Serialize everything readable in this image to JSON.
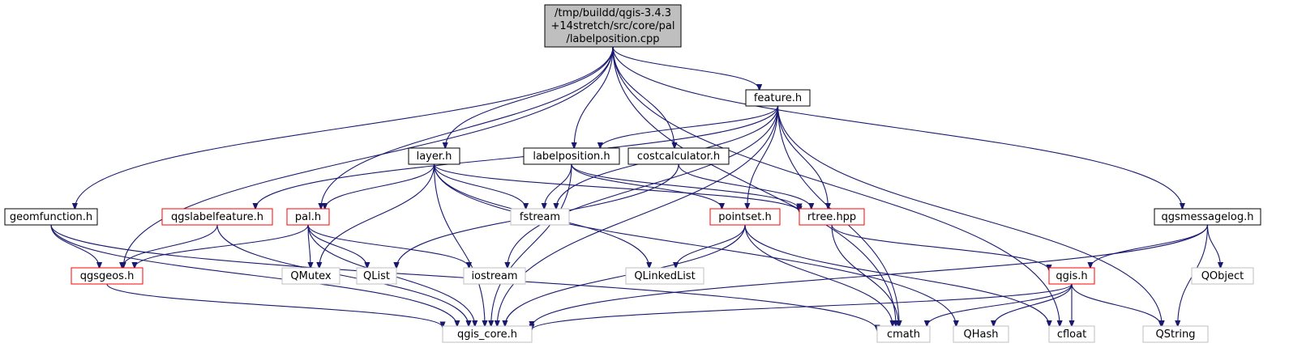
{
  "colors": {
    "edge": "#191970",
    "root_fill": "#bfbfbf",
    "root_border": "#000000",
    "normal_border": "#000000",
    "incomplete_border": "#ff0000",
    "external_border": "#bfbfbf",
    "external_text": "#000000"
  },
  "nodes": [
    {
      "id": "root",
      "lines": [
        "/tmp/buildd/qgis-3.4.3",
        "+14stretch/src/core/pal",
        "/labelposition.cpp"
      ],
      "kind": "root"
    },
    {
      "id": "feature",
      "lines": [
        "feature.h"
      ],
      "kind": "normal"
    },
    {
      "id": "layer",
      "lines": [
        "layer.h"
      ],
      "kind": "normal"
    },
    {
      "id": "labelposition",
      "lines": [
        "labelposition.h"
      ],
      "kind": "normal"
    },
    {
      "id": "costcalculator",
      "lines": [
        "costcalculator.h"
      ],
      "kind": "normal"
    },
    {
      "id": "geomfunction",
      "lines": [
        "geomfunction.h"
      ],
      "kind": "normal"
    },
    {
      "id": "qgsmessagelog",
      "lines": [
        "qgsmessagelog.h"
      ],
      "kind": "normal"
    },
    {
      "id": "qgslabelfeature",
      "lines": [
        "qgslabelfeature.h"
      ],
      "kind": "incomplete"
    },
    {
      "id": "pal",
      "lines": [
        "pal.h"
      ],
      "kind": "incomplete"
    },
    {
      "id": "pointset",
      "lines": [
        "pointset.h"
      ],
      "kind": "incomplete"
    },
    {
      "id": "rtree",
      "lines": [
        "rtree.hpp"
      ],
      "kind": "incomplete"
    },
    {
      "id": "qgsgeos",
      "lines": [
        "qgsgeos.h"
      ],
      "kind": "incomplete"
    },
    {
      "id": "qgis",
      "lines": [
        "qgis.h"
      ],
      "kind": "incomplete"
    },
    {
      "id": "fstream",
      "lines": [
        "fstream"
      ],
      "kind": "external"
    },
    {
      "id": "qmutex",
      "lines": [
        "QMutex"
      ],
      "kind": "external"
    },
    {
      "id": "qlist",
      "lines": [
        "QList"
      ],
      "kind": "external"
    },
    {
      "id": "iostream",
      "lines": [
        "iostream"
      ],
      "kind": "external"
    },
    {
      "id": "qlinkedlist",
      "lines": [
        "QLinkedList"
      ],
      "kind": "external"
    },
    {
      "id": "qobject",
      "lines": [
        "QObject"
      ],
      "kind": "external"
    },
    {
      "id": "qgis_core",
      "lines": [
        "qgis_core.h"
      ],
      "kind": "external"
    },
    {
      "id": "cmath",
      "lines": [
        "cmath"
      ],
      "kind": "external"
    },
    {
      "id": "qhash",
      "lines": [
        "QHash"
      ],
      "kind": "external"
    },
    {
      "id": "cfloat",
      "lines": [
        "cfloat"
      ],
      "kind": "external"
    },
    {
      "id": "qstring",
      "lines": [
        "QString"
      ],
      "kind": "external"
    }
  ],
  "edges": [
    [
      "root",
      "feature"
    ],
    [
      "root",
      "layer"
    ],
    [
      "root",
      "labelposition"
    ],
    [
      "root",
      "costcalculator"
    ],
    [
      "root",
      "geomfunction"
    ],
    [
      "root",
      "qgsmessagelog"
    ],
    [
      "root",
      "pal"
    ],
    [
      "root",
      "qgsgeos"
    ],
    [
      "root",
      "cmath"
    ],
    [
      "root",
      "cfloat"
    ],
    [
      "feature",
      "labelposition"
    ],
    [
      "feature",
      "qgslabelfeature"
    ],
    [
      "feature",
      "fstream"
    ],
    [
      "feature",
      "iostream"
    ],
    [
      "feature",
      "pointset"
    ],
    [
      "feature",
      "rtree"
    ],
    [
      "feature",
      "qgis_core"
    ],
    [
      "feature",
      "cmath"
    ],
    [
      "feature",
      "qstring"
    ],
    [
      "layer",
      "pal"
    ],
    [
      "layer",
      "fstream"
    ],
    [
      "layer",
      "qmutex"
    ],
    [
      "layer",
      "rtree"
    ],
    [
      "layer",
      "qlinkedlist"
    ],
    [
      "layer",
      "qgis_core"
    ],
    [
      "layer",
      "qhash"
    ],
    [
      "labelposition",
      "fstream"
    ],
    [
      "labelposition",
      "pointset"
    ],
    [
      "labelposition",
      "rtree"
    ],
    [
      "labelposition",
      "qgis_core"
    ],
    [
      "costcalculator",
      "qlist"
    ],
    [
      "costcalculator",
      "rtree"
    ],
    [
      "geomfunction",
      "qgsgeos"
    ],
    [
      "geomfunction",
      "qgis_core"
    ],
    [
      "geomfunction",
      "cmath"
    ],
    [
      "qgslabelfeature",
      "qgsgeos"
    ],
    [
      "qgslabelfeature",
      "qgis_core"
    ],
    [
      "pal",
      "qgsgeos"
    ],
    [
      "pal",
      "qmutex"
    ],
    [
      "pal",
      "qlist"
    ],
    [
      "pal",
      "iostream"
    ],
    [
      "pal",
      "qgis_core"
    ],
    [
      "pointset",
      "qlinkedlist"
    ],
    [
      "pointset",
      "qgis_core"
    ],
    [
      "pointset",
      "cmath"
    ],
    [
      "pointset",
      "cfloat"
    ],
    [
      "rtree",
      "qgis"
    ],
    [
      "rtree",
      "cmath"
    ],
    [
      "qgsgeos",
      "qgis_core"
    ],
    [
      "qgsmessagelog",
      "qgis"
    ],
    [
      "qgsmessagelog",
      "qobject"
    ],
    [
      "qgsmessagelog",
      "qgis_core"
    ],
    [
      "qgsmessagelog",
      "qstring"
    ],
    [
      "qgis",
      "qgis_core"
    ],
    [
      "qgis",
      "cmath"
    ],
    [
      "qgis",
      "qhash"
    ],
    [
      "qgis",
      "cfloat"
    ],
    [
      "qgis",
      "qstring"
    ]
  ]
}
